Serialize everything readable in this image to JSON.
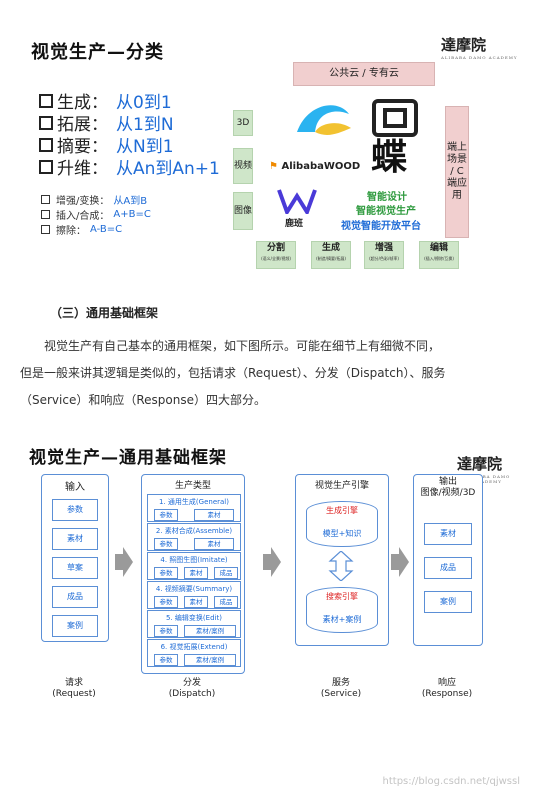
{
  "slide1": {
    "title": "视觉生产—分类",
    "logo": "達摩院",
    "logo_sub": "ALIBABA DAMO ACADEMY",
    "items": [
      {
        "label": "生成：",
        "value": "从0到1"
      },
      {
        "label": "拓展：",
        "value": "从1到N"
      },
      {
        "label": "摘要：",
        "value": "从N到1"
      },
      {
        "label": "升维：",
        "value": "从An到An+1"
      }
    ],
    "sub_items": [
      {
        "label": "增强/变换：",
        "value": "从A到B"
      },
      {
        "label": "插入/合成：",
        "value": "A+B=C"
      },
      {
        "label": "擦除：",
        "value": "A-B=C"
      }
    ],
    "cloud": "公共云 / 专有云",
    "left_boxes": [
      "3D",
      "视频",
      "图像"
    ],
    "right_box": "端上场景 / C端应用",
    "brands": {
      "alibabawood": "AlibabaWOOD",
      "luban": "鹿班",
      "die_char": "蝶"
    },
    "platform_lines": [
      "智能设计",
      "智能视觉生产",
      "视觉智能开放平台"
    ],
    "bottom": [
      {
        "title": "分割",
        "sub": "(语义/全景/视频)"
      },
      {
        "title": "生成",
        "sub": "(制造/摘要/拓展)"
      },
      {
        "title": "增强",
        "sub": "(超分/色彩/帧率)"
      },
      {
        "title": "编辑",
        "sub": "(插入/擦除/互换)"
      }
    ]
  },
  "section": {
    "heading": "（三）通用基础框架",
    "para_lines": [
      "视觉生产有自己基本的通用框架，如下图所示。可能在细节上有细微不同，",
      "但是一般来讲其逻辑是类似的，包括请求（Request）、分发（Dispatch）、服务",
      "（Service）和响应（Response）四大部分。"
    ]
  },
  "slide2": {
    "title": "视觉生产—通用基础框架",
    "logo": "達摩院",
    "logo_sub": "ALIBABA DAMO ACADEMY",
    "input": {
      "head": "输入",
      "cells": [
        "参数",
        "素材",
        "草案",
        "成品",
        "案例"
      ]
    },
    "dispatch": {
      "head": "生产类型",
      "rows": [
        {
          "title": "1. 通用生成(General)",
          "cells": [
            "参数",
            "素材"
          ]
        },
        {
          "title": "2. 素材合成(Assemble)",
          "cells": [
            "参数",
            "素材"
          ]
        },
        {
          "title": "4. 照图生图(Imitate)",
          "cells": [
            "参数",
            "素材",
            "成品"
          ]
        },
        {
          "title": "4. 视频摘要(Summary)",
          "cells": [
            "参数",
            "素材",
            "成品"
          ]
        },
        {
          "title": "5. 编辑变换(Edit)",
          "cells": [
            "参数",
            "素材/案例"
          ]
        },
        {
          "title": "6. 视觉拓展(Extend)",
          "cells": [
            "参数",
            "素材/案例"
          ]
        }
      ]
    },
    "engine": {
      "head": "视觉生产引擎",
      "gen": "生成引擎",
      "model": "模型+知识",
      "search": "搜索引擎",
      "material": "素材+案例"
    },
    "output": {
      "head": "输出\n图像/视频/3D",
      "cells": [
        "素材",
        "成品",
        "案例"
      ]
    },
    "captions": [
      {
        "cn": "请求",
        "en": "(Request)"
      },
      {
        "cn": "分发",
        "en": "(Dispatch)"
      },
      {
        "cn": "服务",
        "en": "(Service)"
      },
      {
        "cn": "响应",
        "en": "(Response)"
      }
    ]
  },
  "watermark": "https://blog.csdn.net/qjwssl",
  "colors": {
    "accent_blue": "#1e6bd6",
    "green_box": "#cfe6c9",
    "pink_box": "#f1cfcf",
    "frame_blue": "#5b8fd6"
  }
}
